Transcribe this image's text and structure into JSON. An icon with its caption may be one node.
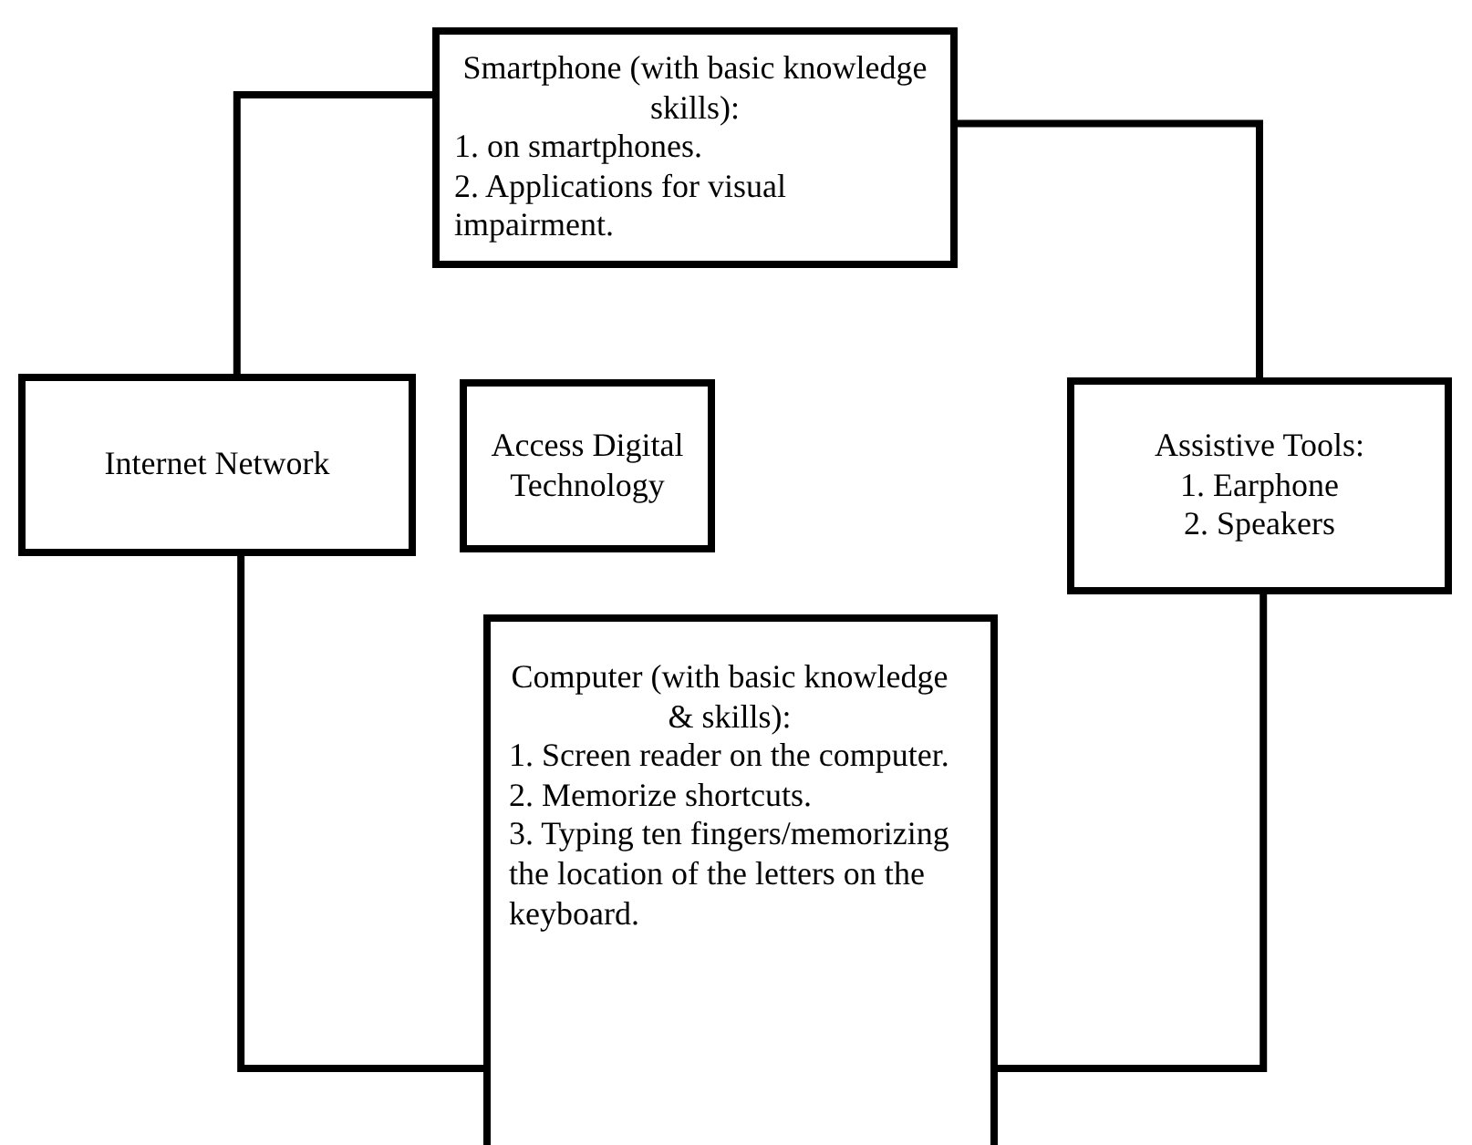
{
  "diagram": {
    "nodes": [
      {
        "text": [
          "Smartphone (with basic knowledge skills):",
          "1. on smartphones.",
          "2. Applications for visual impairment."
        ]
      },
      {
        "text": [
          "Internet Network"
        ]
      },
      {
        "text": [
          "Access Digital Technology"
        ]
      },
      {
        "text": [
          "Assistive Tools:",
          "1. Earphone",
          "2. Speakers"
        ]
      },
      {
        "text": [
          "Computer (with basic knowledge & skills):",
          "1. Screen reader on the computer.",
          "2. Memorize shortcuts.",
          "3. Typing ten fingers/memorizing the location of the letters on the keyboard."
        ]
      }
    ],
    "edges": [
      {
        "from": 1,
        "to": 0,
        "arrow": "none"
      },
      {
        "from": 0,
        "to": 3,
        "arrow": "none"
      },
      {
        "from": 3,
        "to": 4,
        "arrow": "none"
      },
      {
        "from": 4,
        "to": 1,
        "arrow": "none"
      }
    ]
  }
}
